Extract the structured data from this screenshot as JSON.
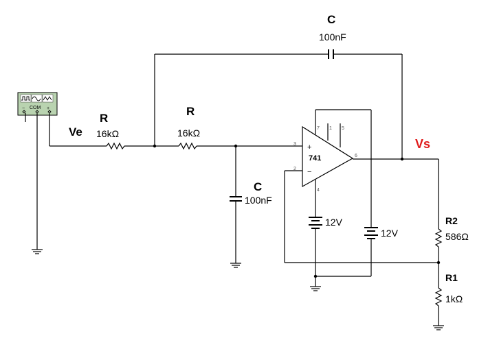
{
  "labels": {
    "ve": "Ve",
    "vs": "Vs"
  },
  "components": {
    "r_in": {
      "name": "R",
      "value": "16kΩ"
    },
    "r_mid": {
      "name": "R",
      "value": "16kΩ"
    },
    "c_feedback": {
      "name": "C",
      "value": "100nF"
    },
    "c_ground": {
      "name": "C",
      "value": "100nF"
    },
    "opamp": {
      "name": "741",
      "plus": "+",
      "minus": "−",
      "pins": {
        "p7": "7",
        "p1": "1",
        "p5": "5",
        "p3": "3",
        "p2": "2",
        "p6": "6",
        "p4": "4"
      }
    },
    "battery_left": {
      "value": "12V"
    },
    "battery_right": {
      "value": "12V"
    },
    "r2": {
      "name": "R2",
      "value": "586Ω"
    },
    "r1": {
      "name": "R1",
      "value": "1kΩ"
    },
    "function_generator": {
      "minus": "−",
      "com": "COM",
      "plus": "+"
    }
  },
  "colors": {
    "wire": "#000000",
    "vs_label": "#e01b1b",
    "generator_body": "#b9d3b0"
  }
}
